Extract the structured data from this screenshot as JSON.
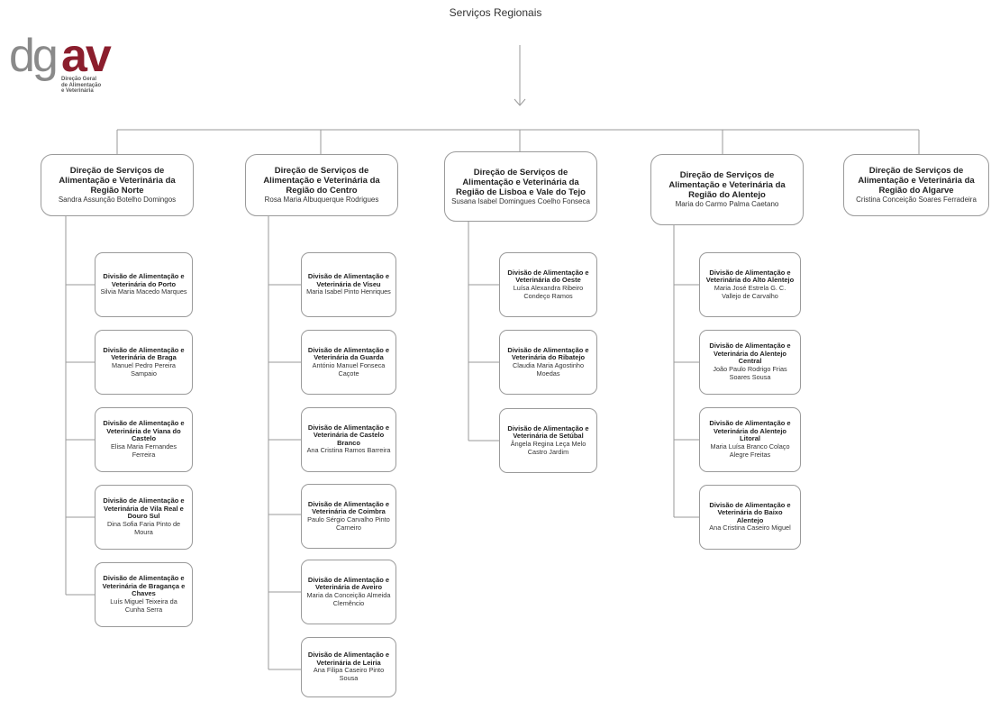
{
  "title": "Serviços Regionais",
  "logo": {
    "text_gray": "dg",
    "text_red": "av",
    "line1": "Direção Geral",
    "line2": "de Alimentação",
    "line3": "e Veterinária"
  },
  "directorates": [
    {
      "title": "Direção de Serviços de Alimentação e Veterinária da Região Norte",
      "head": "Sandra Assunção Botelho Domingos"
    },
    {
      "title": "Direção de Serviços de Alimentação e Veterinária da Região do Centro",
      "head": "Rosa Maria Albuquerque Rodrigues"
    },
    {
      "title": "Direção de Serviços de Alimentação e Veterinária da Região de Lisboa e Vale do Tejo",
      "head": "Susana Isabel Domingues Coelho Fonseca"
    },
    {
      "title": "Direção de Serviços de Alimentação e Veterinária da Região do Alentejo",
      "head": "Maria do Carmo Palma Caetano"
    },
    {
      "title": "Direção de Serviços de Alimentação e Veterinária da Região do Algarve",
      "head": "Cristina Conceição Soares Ferradeira"
    }
  ],
  "divisions": {
    "norte": [
      {
        "title": "Divisão de Alimentação e Veterinária do Porto",
        "head": "Silvia Maria Macedo Marques"
      },
      {
        "title": "Divisão de Alimentação e Veterinária de Braga",
        "head": "Manuel Pedro Pereira Sampaio"
      },
      {
        "title": "Divisão de Alimentação e Veterinária de Viana do Castelo",
        "head": "Elisa Maria Fernandes Ferreira"
      },
      {
        "title": "Divisão de Alimentação e Veterinária de Vila Real e Douro Sul",
        "head": "Dina Sofia Faria Pinto de Moura"
      },
      {
        "title": "Divisão de Alimentação e Veterinária de Bragança e Chaves",
        "head": "Luís Miguel Teixeira da Cunha Serra"
      }
    ],
    "centro": [
      {
        "title": "Divisão de Alimentação e Veterinária de Viseu",
        "head": "Maria Isabel Pinto Henriques"
      },
      {
        "title": "Divisão de Alimentação e Veterinária da Guarda",
        "head": "António Manuel Fonseca Caçote"
      },
      {
        "title": "Divisão de Alimentação e Veterinária de Castelo Branco",
        "head": "Ana Cristina Ramos Barreira"
      },
      {
        "title": "Divisão de Alimentação e Veterinária de Coimbra",
        "head": "Paulo Sérgio Carvalho Pinto Carneiro"
      },
      {
        "title": "Divisão de Alimentação e Veterinária de Aveiro",
        "head": "Maria da Conceição Almeida Clemêncio"
      },
      {
        "title": "Divisão de Alimentação e Veterinária de Leiria",
        "head": "Ana Filipa Caseiro Pinto Sousa"
      }
    ],
    "lvt": [
      {
        "title": "Divisão de Alimentação e Veterinária do Oeste",
        "head": "Luísa Alexandra Ribeiro Condeço Ramos"
      },
      {
        "title": "Divisão de Alimentação e Veterinária do Ribatejo",
        "head": "Claudia Maria Agostinho Moedas"
      },
      {
        "title": "Divisão de Alimentação e Veterinária de Setúbal",
        "head": "Ângela Regina Leça Melo Castro Jardim"
      }
    ],
    "alentejo": [
      {
        "title": "Divisão de Alimentação e Veterinária do Alto Alentejo",
        "head": "Maria José Estrela G. C. Vallejo de Carvalho"
      },
      {
        "title": "Divisão de Alimentação e Veterinária do Alentejo Central",
        "head": "João Paulo Rodrigo Frias Soares Sousa"
      },
      {
        "title": "Divisão de Alimentação e Veterinária do Alentejo Litoral",
        "head": "Maria Luísa Branco Colaço Alegre Freitas"
      },
      {
        "title": "Divisão de Alimentação e Veterinária do Baixo Alentejo",
        "head": "Ana Cristina Caseiro Miguel"
      }
    ]
  }
}
